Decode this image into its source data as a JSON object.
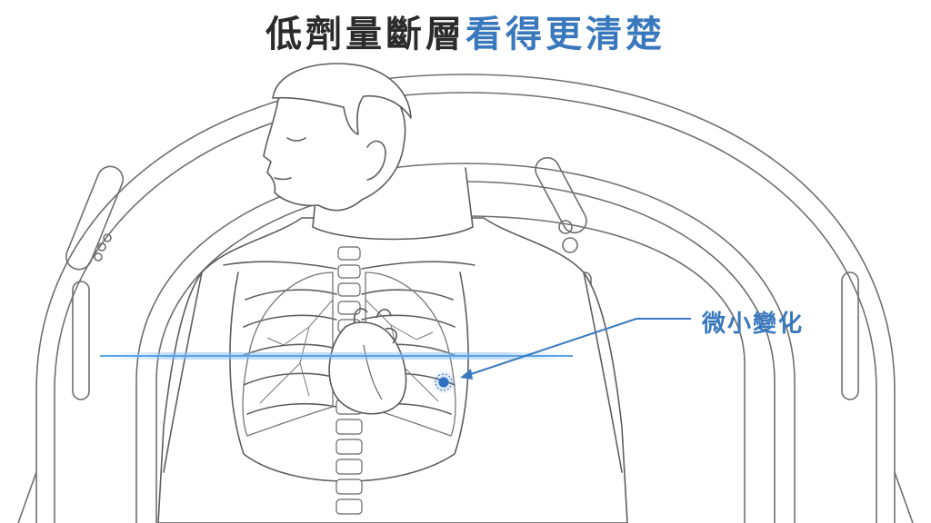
{
  "headline": {
    "part_dark": "低劑量斷層",
    "part_blue": "看得更清楚"
  },
  "callout": {
    "label": "微小變化"
  },
  "colors": {
    "dark_text": "#2b2b2b",
    "accent_blue": "#3a78bd",
    "line_art": "#6f6f6f",
    "scan_beam": "#7fb8ef",
    "nodule": "#2f6fc0"
  },
  "icons": {
    "scanner": "ct-scanner-gantry",
    "patient": "patient-figure",
    "lungs": "lungs-illustration",
    "heart": "heart-illustration",
    "spine": "spine-illustration",
    "nodule": "nodule-marker-icon"
  }
}
